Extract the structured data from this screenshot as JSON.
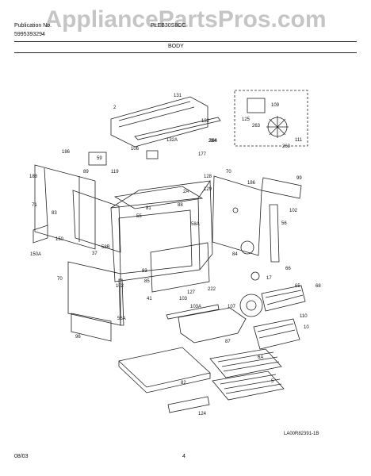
{
  "watermark": "AppliancePartsPros.com",
  "header": {
    "publication_label": "Publication No.",
    "publication_number": "5995393294",
    "model": "PLEB30S8CC",
    "section_title": "BODY"
  },
  "footer": {
    "date": "08/03",
    "page": "4",
    "diagram_code": "LA00R82391-1B"
  },
  "part_labels": [
    "131",
    "2",
    "132",
    "132A",
    "284",
    "106",
    "177",
    "59",
    "186",
    "188",
    "89",
    "119",
    "128",
    "129",
    "70",
    "186",
    "99",
    "71",
    "83",
    "2A",
    "88",
    "58A",
    "102",
    "56",
    "150",
    "150A",
    "37",
    "58B",
    "70",
    "81",
    "55",
    "102",
    "56A",
    "65",
    "84",
    "127",
    "222",
    "83",
    "41",
    "107",
    "103A",
    "103",
    "17",
    "66",
    "68",
    "110",
    "85",
    "96",
    "87",
    "10",
    "6A",
    "82",
    "5",
    "124",
    "263",
    "111",
    "263",
    "109",
    "125",
    "264"
  ]
}
